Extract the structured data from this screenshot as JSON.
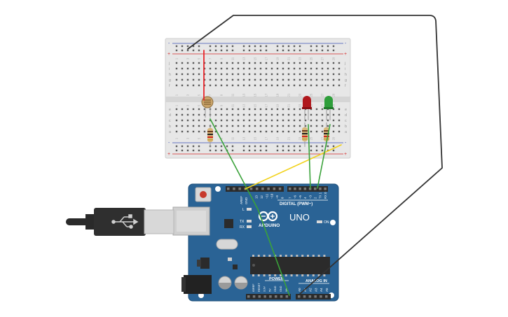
{
  "board": {
    "logo_text": "ARDUINO",
    "model_text": "UNO",
    "digital_label": "DIGITAL (PWM~)",
    "analog_label": "ANALOG IN",
    "power_label": "POWER",
    "on_label": "ON",
    "tx_label": "TX",
    "rx_label": "RX",
    "l_label": "L",
    "aref_label": "AREF",
    "gnd_label": "GND",
    "digital_pins": [
      "13",
      "12",
      "~11",
      "~10",
      "~9",
      "8",
      "7",
      "~6",
      "~5",
      "4",
      "~3",
      "2",
      "TX 1",
      "RX 0"
    ],
    "power_pins": [
      "IOREF",
      "RESET",
      "3.3V",
      "5V",
      "GND",
      "GND",
      "Vin"
    ],
    "analog_pins": [
      "A0",
      "A1",
      "A2",
      "A3",
      "A4",
      "A5"
    ],
    "color": "#2a6395"
  },
  "breadboard": {
    "row_letters_top": [
      "j",
      "i",
      "h",
      "g",
      "f"
    ],
    "row_letters_bottom": [
      "e",
      "d",
      "c",
      "b",
      "a"
    ],
    "column_numbers": [
      "1",
      "3",
      "5",
      "7",
      "9",
      "11",
      "13",
      "15",
      "17",
      "19",
      "21",
      "23",
      "25",
      "27",
      "29"
    ],
    "rail_plus": "+",
    "rail_minus": "-"
  },
  "components": {
    "led_red_color": "#b0171c",
    "led_green_color": "#2e9e3a",
    "photoresistor_color": "#c9a46a"
  },
  "wires": {
    "black": "#333333",
    "red": "#e8262b",
    "green": "#3aa23a",
    "yellow": "#f2d21b"
  }
}
